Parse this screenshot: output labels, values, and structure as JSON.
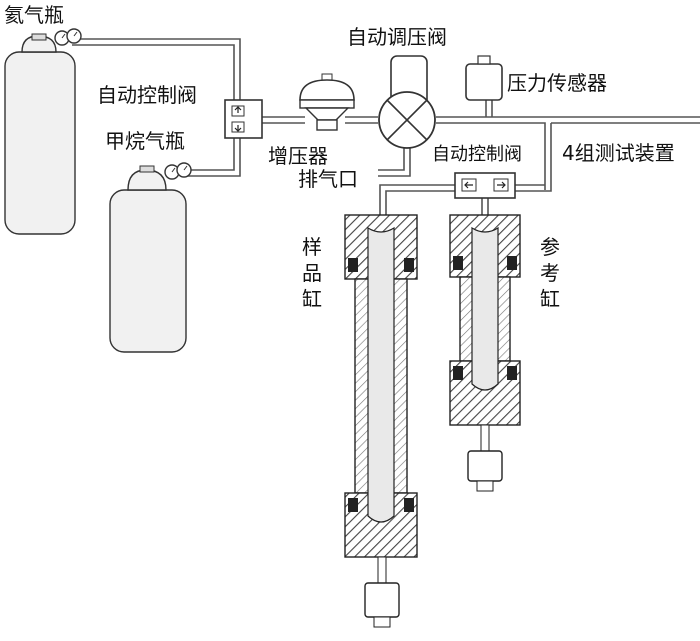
{
  "labels": {
    "argon_bottle": "氦气瓶",
    "methane_bottle": "甲烷气瓶",
    "auto_valve_left": "自动控制阀",
    "booster": "增压器",
    "auto_pressure_valve": "自动调压阀",
    "pressure_sensor": "压力传感器",
    "auto_valve_right": "自动控制阀",
    "test_device": "4组测试装置",
    "exhaust": "排气口",
    "sample_cyl_1": "样",
    "sample_cyl_2": "品",
    "sample_cyl_3": "缸",
    "ref_cyl_1": "参",
    "ref_cyl_2": "考",
    "ref_cyl_3": "缸"
  },
  "colors": {
    "hatch": "#444444",
    "pipe": "#555555",
    "body_fill": "#f1f1f1"
  }
}
